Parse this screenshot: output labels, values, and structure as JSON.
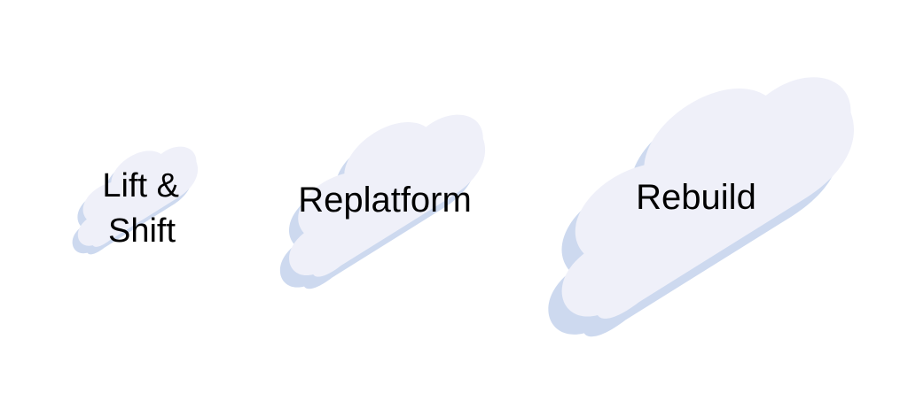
{
  "colors": {
    "background": "#ffffff",
    "cloud_face": "#eff0f9",
    "cloud_side": "#cdd9ef",
    "label_text": "#22304d"
  },
  "clouds": [
    {
      "label_lines": [
        "Lift &",
        "Shift"
      ]
    },
    {
      "label_lines": [
        "Replatform"
      ]
    },
    {
      "label_lines": [
        "Rebuild"
      ]
    }
  ]
}
